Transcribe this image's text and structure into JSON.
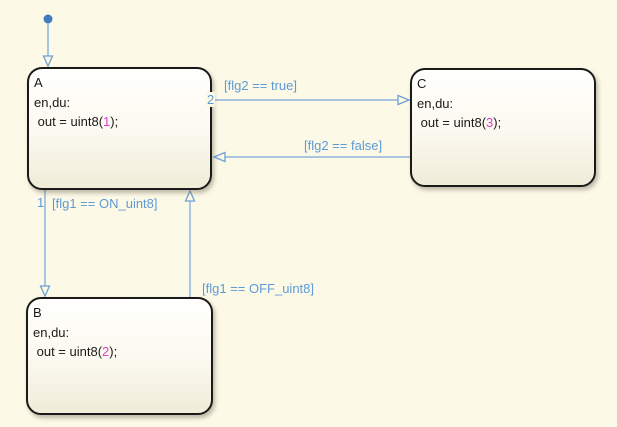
{
  "diagram": {
    "type": "stateflow-state-machine",
    "colors": {
      "canvas_background": "#FDF9E7",
      "state_border": "#1A1A1A",
      "state_fill_top": "#FFFFFD",
      "state_fill_bottom": "#EFECD8",
      "transition_line": "#8FB4DE",
      "transition_label": "#5E9AD6",
      "default_transition_dot": "#447BBE",
      "value_highlight": "#E03FC8"
    }
  },
  "states": [
    {
      "label": "A",
      "actions_header": "en,du:",
      "action_pre": " out = uint8(",
      "action_value": "1",
      "action_post": ");"
    },
    {
      "label": "B",
      "actions_header": "en,du:",
      "action_pre": " out = uint8(",
      "action_value": "2",
      "action_post": ");"
    },
    {
      "label": "C",
      "actions_header": "en,du:",
      "action_pre": " out = uint8(",
      "action_value": "3",
      "action_post": ");"
    }
  ],
  "transitions": [
    {
      "name": "A-to-C",
      "order": "2",
      "condition": "[flg2 == true]"
    },
    {
      "name": "C-to-A",
      "condition": "[flg2 == false]"
    },
    {
      "name": "A-to-B",
      "order": "1",
      "condition": "[flg1 == ON_uint8]"
    },
    {
      "name": "B-to-A",
      "condition": "[flg1 == OFF_uint8]"
    }
  ]
}
